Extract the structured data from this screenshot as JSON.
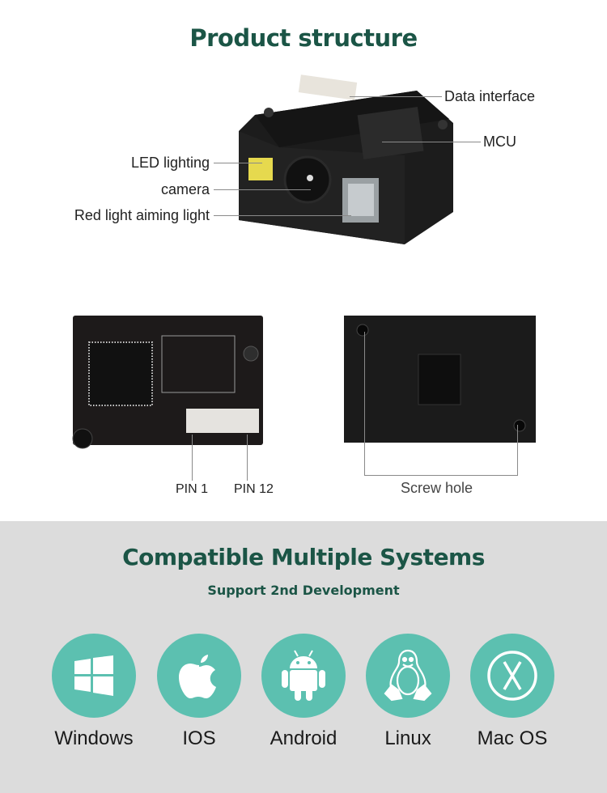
{
  "structure": {
    "title": "Product structure",
    "callouts": {
      "data_interface": "Data interface",
      "mcu": "MCU",
      "led": "LED lighting",
      "camera": "camera",
      "aiming": "Red light aiming light"
    },
    "pin_labels": {
      "pin1": "PIN 1",
      "pin12": "PIN 12"
    },
    "screw_label": "Screw hole"
  },
  "compat": {
    "title": "Compatible Multiple Systems",
    "subtitle": "Support 2nd Development",
    "accent_color": "#5cc0b0",
    "systems": [
      {
        "name": "Windows",
        "icon": "windows-icon"
      },
      {
        "name": "IOS",
        "icon": "apple-icon"
      },
      {
        "name": "Android",
        "icon": "android-icon"
      },
      {
        "name": "Linux",
        "icon": "linux-tux-icon"
      },
      {
        "name": "Mac OS",
        "icon": "macos-x-icon"
      }
    ]
  }
}
